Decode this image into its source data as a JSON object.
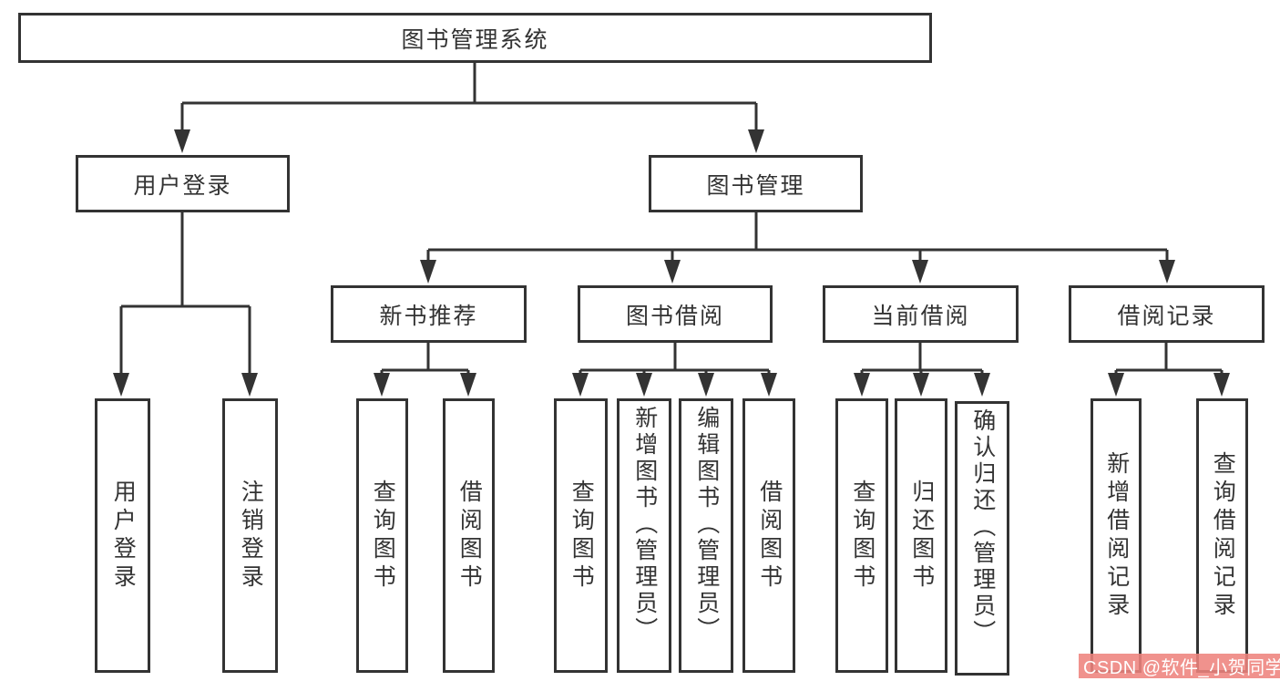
{
  "diagram": {
    "root": {
      "label": "图书管理系统"
    },
    "branches": [
      {
        "label": "用户登录",
        "children": [
          {
            "label": "用户登录"
          },
          {
            "label": "注销登录"
          }
        ]
      },
      {
        "label": "图书管理",
        "children": [
          {
            "label": "新书推荐",
            "children": [
              {
                "label": "查询图书"
              },
              {
                "label": "借阅图书"
              }
            ]
          },
          {
            "label": "图书借阅",
            "children": [
              {
                "label": "查询图书"
              },
              {
                "label": "新增图书（管理员）"
              },
              {
                "label": "编辑图书（管理员）"
              },
              {
                "label": "借阅图书"
              }
            ]
          },
          {
            "label": "当前借阅",
            "children": [
              {
                "label": "查询图书"
              },
              {
                "label": "归还图书"
              },
              {
                "label": "确认归还（管理员）"
              }
            ]
          },
          {
            "label": "借阅记录",
            "children": [
              {
                "label": "新增借阅记录"
              },
              {
                "label": "查询借阅记录"
              }
            ]
          }
        ]
      }
    ]
  },
  "colors": {
    "line": "#333333",
    "box_border": "#333333",
    "text": "#333333",
    "background": "#ffffff",
    "watermark_background": "#ee837d",
    "watermark_text": "#ffffff"
  },
  "watermark": {
    "text": "CSDN @软件_小贺同学"
  }
}
